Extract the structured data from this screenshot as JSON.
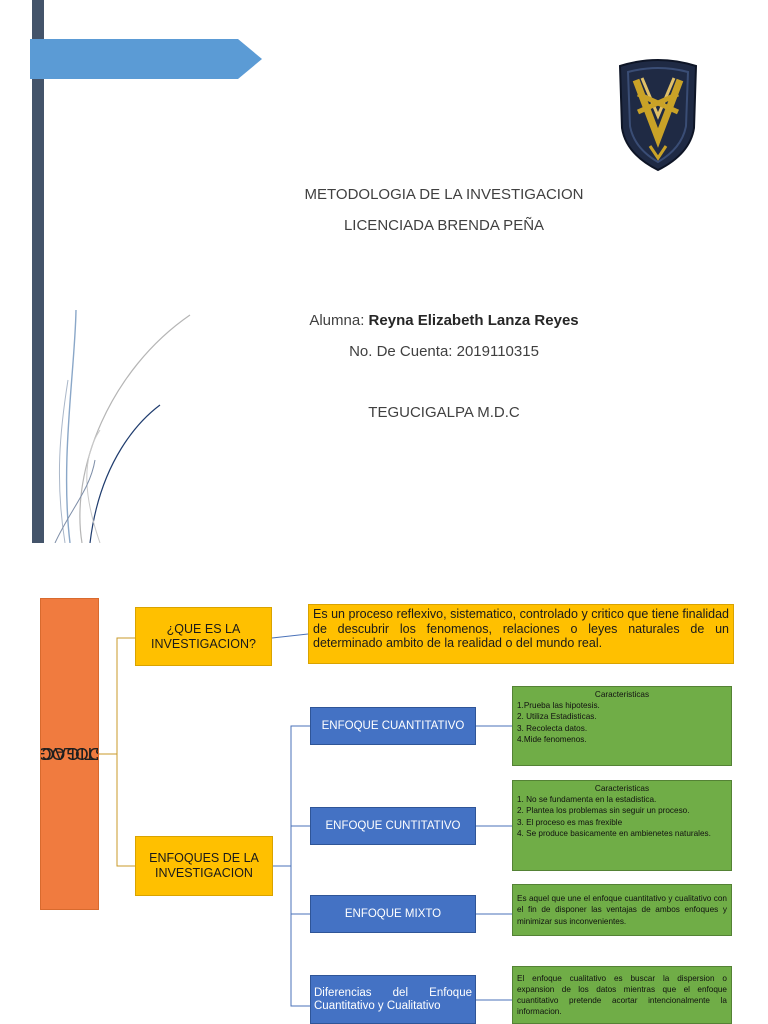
{
  "cover": {
    "lines": {
      "course": "METODOLOGIA DE LA INVESTIGACION",
      "teacher": "LICENCIADA BRENDA PEÑA",
      "student_label": "Alumna: ",
      "student_name": "Reyna Elizabeth Lanza Reyes",
      "account": "No. De Cuenta: 2019110315",
      "city": "TEGUCIGALPA M.D.C"
    },
    "colors": {
      "sidebar": "#44546a",
      "banner": "#5b9bd5",
      "crest": "#1f2a44",
      "crest_gold": "#c9a227"
    }
  },
  "map": {
    "title": "METODOLOGIA DE LA INVESTIGACION",
    "title_line1": "METODOLOGIA DE LA",
    "title_line2": "INVESTIGACION",
    "q_line1": "¿QUE ES LA",
    "q_line2": "INVESTIGACION?",
    "definition": "Es un proceso reflexivo, sistematico, controlado y critico que tiene finalidad de descubrir los fenomenos, relaciones o leyes naturales de un determinado ambito de la realidad o del mundo real.",
    "enf_line1": "ENFOQUES DE LA",
    "enf_line2": "INVESTIGACION",
    "approaches": [
      {
        "label": "ENFOQUE CUANTITATIVO"
      },
      {
        "label": "ENFOQUE CUNTITATIVO"
      },
      {
        "label": "ENFOQUE MIXTO"
      },
      {
        "label": "Diferencias del Enfoque Cuantitativo y Cualitativo"
      }
    ],
    "details": [
      {
        "title": "Caracteristicas",
        "items": [
          "1.Prueba las hipotesis.",
          "2. Utiliza Estadisticas.",
          "3. Recolecta datos.",
          "4.Mide fenomenos."
        ]
      },
      {
        "title": "Caracteristicas",
        "items": [
          "1. No se fundamenta en la estadistica.",
          "2. Plantea los problemas sin seguir un proceso.",
          "3. El proceso es mas frexible",
          "4. Se produce basicamente en ambienetes naturales."
        ]
      },
      {
        "text": "Es aquel que une el enfoque cuantitativo y cualitativo con el fin de disponer las ventajas de ambos enfoques y minimizar sus inconvenientes."
      },
      {
        "text": "El enfoque cualitativo es buscar la dispersion o expansion de los datos mientras que el enfoque cuantitativo pretende acortar intencionalmente la informacion."
      }
    ],
    "colors": {
      "title": "#f07b3f",
      "orange": "#ffc000",
      "blue": "#4472c4",
      "green": "#70ad47"
    }
  }
}
